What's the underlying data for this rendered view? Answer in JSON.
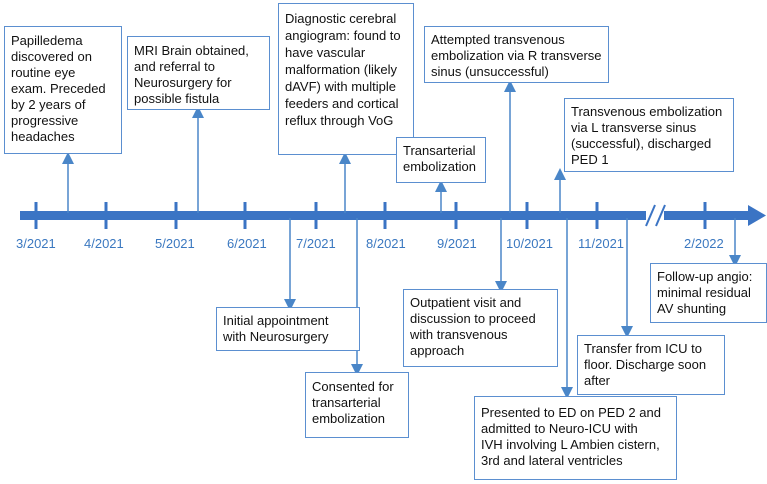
{
  "colors": {
    "accent": "#3b78c0",
    "box_border": "#5b8fd0",
    "text": "#111111"
  },
  "timeline": {
    "dates": [
      "3/2021",
      "4/2021",
      "5/2021",
      "6/2021",
      "7/2021",
      "8/2021",
      "9/2021",
      "10/2021",
      "11/2021",
      "2/2022"
    ],
    "break_symbol": "//"
  },
  "events": {
    "papilledema": [
      "Papilledema",
      "discovered on",
      "routine eye",
      "exam. Preceded",
      "by 2 years of",
      "progressive",
      "headaches"
    ],
    "mri": [
      "MRI Brain obtained,",
      "and referral to",
      "Neurosurgery for",
      "possible fistula"
    ],
    "angiogram": [
      "Diagnostic cerebral",
      "angiogram: found to",
      "have vascular",
      "malformation (likely",
      "dAVF) with multiple",
      "feeders and cortical",
      "reflux through VoG"
    ],
    "transarterial": [
      "Transarterial",
      "embolization"
    ],
    "attempted": [
      "Attempted transvenous",
      "embolization via R transverse",
      "sinus (unsuccessful)"
    ],
    "transvenous_l": [
      "Transvenous embolization",
      "via L transverse sinus",
      "(successful), discharged",
      "PED 1"
    ],
    "initial": [
      "Initial appointment",
      "with Neurosurgery"
    ],
    "consented": [
      "Consented for",
      "transarterial",
      "embolization"
    ],
    "outpatient": [
      "Outpatient visit and",
      "discussion to proceed",
      "with transvenous",
      "approach"
    ],
    "presented": [
      "Presented to ED on PED 2 and",
      "admitted to Neuro-ICU with",
      "IVH involving L Ambien cistern,",
      "3rd and lateral ventricles"
    ],
    "transfer": [
      "Transfer from ICU to",
      "floor. Discharge soon",
      "after"
    ],
    "followup": [
      "Follow-up angio:",
      "minimal residual",
      "AV shunting"
    ]
  }
}
